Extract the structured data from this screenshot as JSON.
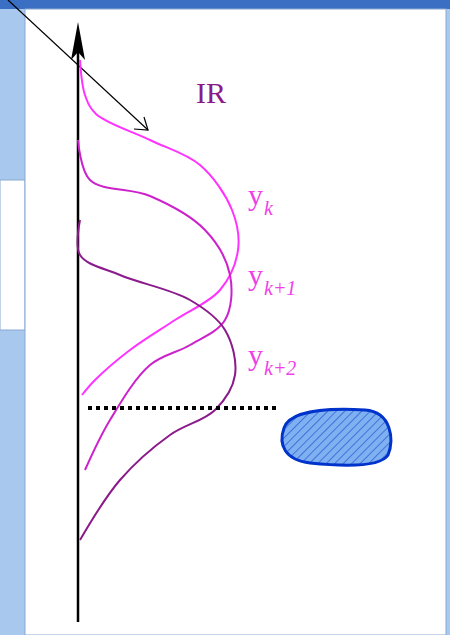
{
  "diagram": {
    "labels": [
      "IR",
      "y",
      "k",
      "y",
      "k+1",
      "y",
      "k+2"
    ]
  }
}
